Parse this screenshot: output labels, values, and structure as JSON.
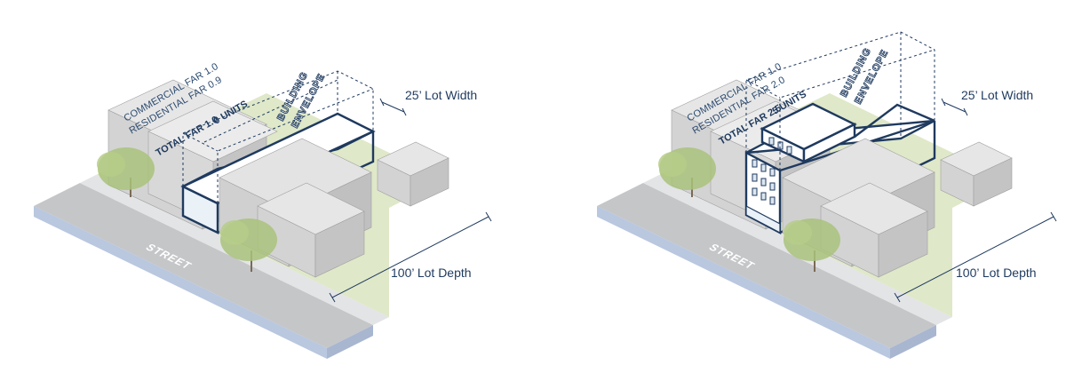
{
  "colors": {
    "navy": "#1f3a5f",
    "street": "#c5c6c8",
    "sidewalk": "#e3e4e6",
    "curb": "#b9c7df",
    "grass": "#dfe8c8",
    "tree": "#a9c27b",
    "building": "#d3d3d3",
    "white": "#ffffff"
  },
  "scenarios": [
    {
      "commercial_far": "COMMERCIAL FAR 1.0",
      "residential_far": "RESIDENTIAL FAR 0.9",
      "total_far": "TOTAL FAR 1.0",
      "units": "0 UNITS",
      "envelope_line1": "BUILDING",
      "envelope_line2": "ENVELOPE",
      "lot_width": "25’ Lot Width",
      "lot_depth": "100’ Lot Depth",
      "street": "STREET"
    },
    {
      "commercial_far": "COMMERCIAL FAR 1.0",
      "residential_far": "RESIDENTIAL FAR 2.0",
      "total_far": "TOTAL FAR 2.5",
      "units": "5 UNITS",
      "envelope_line1": "BUILDING",
      "envelope_line2": "ENVELOPE",
      "lot_width": "25’ Lot Width",
      "lot_depth": "100’ Lot Depth",
      "street": "STREET"
    }
  ]
}
